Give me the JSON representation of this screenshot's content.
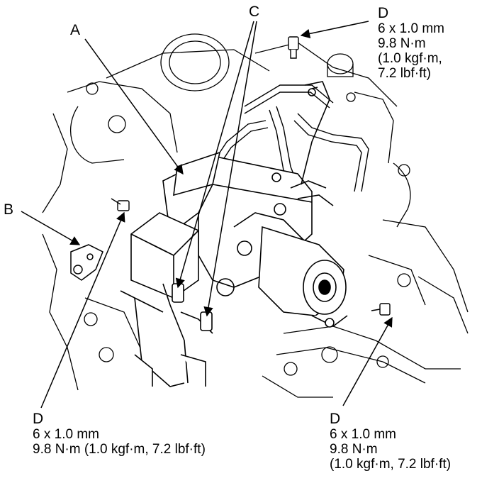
{
  "labels": {
    "a": "A",
    "b": "B",
    "c": "C",
    "d_top_right": {
      "letter": "D",
      "lines": [
        "6 x 1.0 mm",
        "9.8 N·m",
        "(1.0 kgf·m,",
        "7.2 lbf·ft)"
      ]
    },
    "d_bottom_left": {
      "letter": "D",
      "lines": [
        "6 x 1.0 mm",
        "9.8 N·m (1.0 kgf·m, 7.2 lbf·ft)"
      ]
    },
    "d_bottom_right": {
      "letter": "D",
      "lines": [
        "6 x 1.0 mm",
        "9.8 N·m",
        "(1.0 kgf·m, 7.2 lbf·ft)"
      ]
    }
  }
}
